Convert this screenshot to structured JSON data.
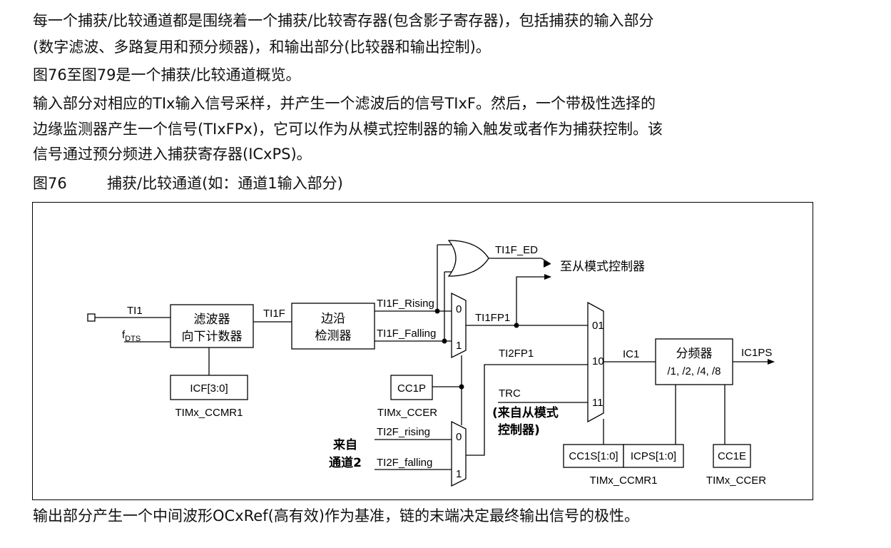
{
  "paragraphs": {
    "p1": "每一个捕获/比较通道都是围绕着一个捕获/比较寄存器(包含影子寄存器)，包括捕获的输入部分",
    "p1b": "(数字滤波、多路复用和预分频器)，和输出部分(比较器和输出控制)。",
    "p2": "图76至图79是一个捕获/比较通道概览。",
    "p3a": "输入部分对相应的TIx输入信号采样，并产生一个滤波后的信号TIxF。然后，一个带极性选择的",
    "p3b": "边缘监测器产生一个信号(TIxFPx)，它可以作为从模式控制器的输入触发或者作为捕获控制。该",
    "p3c": "信号通过预分频进入捕获寄存器(ICxPS)。",
    "p4": "输出部分产生一个中间波形OCxRef(高有效)作为基准，链的末端决定最终输出信号的极性。"
  },
  "figure": {
    "number": "图76",
    "caption": "捕获/比较通道(如：通道1输入部分)"
  },
  "diagram": {
    "ti1": "TI1",
    "fdts_f": "f",
    "fdts_sub": "DTS",
    "filter_line1": "滤波器",
    "filter_line2": "向下计数器",
    "icf": "ICF[3:0]",
    "timx_ccmr1_a": "TIMx_CCMR1",
    "ti1f": "TI1F",
    "edge_line1": "边沿",
    "edge_line2": "检测器",
    "ti1f_rising": "TI1F_Rising",
    "ti1f_falling": "TI1F_Falling",
    "ti1f_ed": "TI1F_ED",
    "to_slave": "至从模式控制器",
    "mux1_0": "0",
    "mux1_1": "1",
    "ti1fp1": "TI1FP1",
    "ti2fp1": "TI2FP1",
    "cc1p": "CC1P",
    "timx_ccer_a": "TIMx_CCER",
    "trc": "TRC",
    "trc_src1": "(来自从模式",
    "trc_src2": "控制器)",
    "from_ch2_1": "来自",
    "from_ch2_2": "通道2",
    "ti2f_rising": "TI2F_rising",
    "ti2f_falling": "TI2F_falling",
    "mux2_0": "0",
    "mux2_1": "1",
    "mux3_01": "01",
    "mux3_10": "10",
    "mux3_11": "11",
    "ic1": "IC1",
    "prescaler_line1": "分频器",
    "prescaler_line2": "/1, /2, /4, /8",
    "ic1ps": "IC1PS",
    "cc1s": "CC1S[1:0]",
    "icps": "ICPS[1:0]",
    "timx_ccmr1_b": "TIMx_CCMR1",
    "cc1e": "CC1E",
    "timx_ccer_b": "TIMx_CCER"
  }
}
